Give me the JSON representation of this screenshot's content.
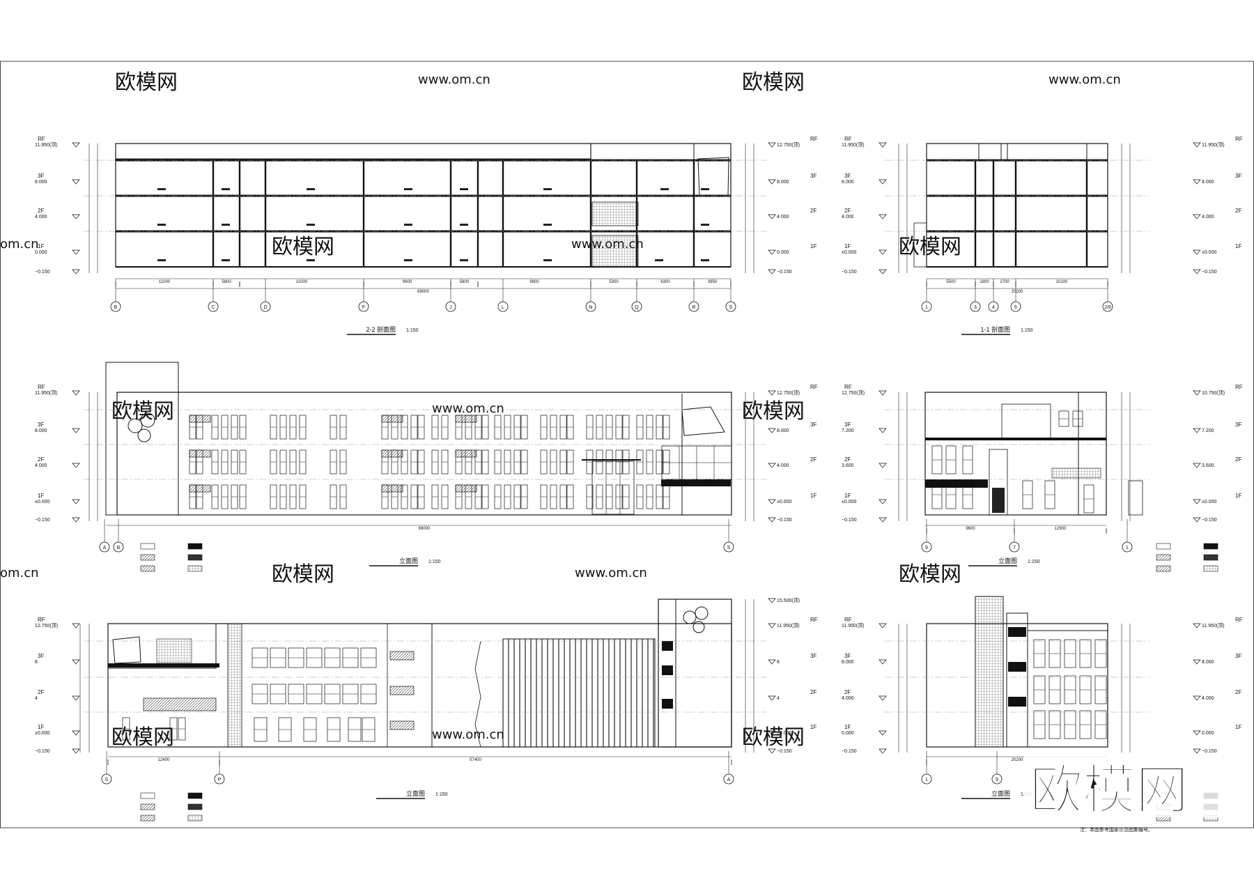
{
  "watermarks": {
    "cn": "欧模网",
    "url": "www.om.cn",
    "frag": "om.cn"
  },
  "brand_logo": "欧模网",
  "drawings": {
    "sec22": {
      "title": "2-2 剖面图",
      "scale": "1:150",
      "axes": [
        "B",
        "C",
        "D",
        "F",
        "J",
        "L",
        "N",
        "Q",
        "R",
        "S"
      ],
      "dims": [
        "11000",
        "5800",
        "11000",
        "9900",
        "5800",
        "9900",
        "5300",
        "6300",
        "3950"
      ],
      "total": "69000",
      "levels_left": [
        {
          "name": "RF",
          "val": "11.950(顶)"
        },
        {
          "name": "3F",
          "val": "8.000"
        },
        {
          "name": "2F",
          "val": "4.000"
        },
        {
          "name": "1F",
          "val": "0.000"
        },
        {
          "name": "",
          "val": "−0.150"
        }
      ],
      "levels_right": [
        {
          "name": "RF",
          "val": "12.750(顶)"
        },
        {
          "name": "3F",
          "val": "8.000"
        },
        {
          "name": "2F",
          "val": "4.000"
        },
        {
          "name": "1F",
          "val": "0.000"
        },
        {
          "name": "",
          "val": "−0.150"
        }
      ]
    },
    "sec11": {
      "title": "1-1 剖面图",
      "scale": "1:150",
      "axes": [
        "1",
        "3",
        "4",
        "6",
        "2/8"
      ],
      "dims": [
        "5500",
        "1800",
        "2700",
        "10100"
      ],
      "total": "20200",
      "levels_left": [
        {
          "name": "RF",
          "val": "11.950(顶)"
        },
        {
          "name": "3F",
          "val": "8.000"
        },
        {
          "name": "2F",
          "val": "4.000"
        },
        {
          "name": "1F",
          "val": "±0.000"
        },
        {
          "name": "",
          "val": "−0.150"
        }
      ],
      "levels_right": [
        {
          "name": "RF",
          "val": "11.950(顶)"
        },
        {
          "name": "3F",
          "val": "8.000"
        },
        {
          "name": "2F",
          "val": "4.000"
        },
        {
          "name": "1F",
          "val": "±0.000"
        },
        {
          "name": "",
          "val": "−0.150"
        }
      ]
    },
    "elevN": {
      "title": "立面图",
      "scale": "1:150",
      "axes": [
        "A",
        "B",
        "S"
      ],
      "total": "69000",
      "levels_left": [
        {
          "name": "RF",
          "val": "11.950(顶)"
        },
        {
          "name": "3F",
          "val": "8.000"
        },
        {
          "name": "2F",
          "val": "4.000"
        },
        {
          "name": "1F",
          "val": "±0.000"
        },
        {
          "name": "",
          "val": "−0.150"
        }
      ],
      "levels_right": [
        {
          "name": "RF",
          "val": "12.750(顶)"
        },
        {
          "name": "3F",
          "val": "8.000"
        },
        {
          "name": "2F",
          "val": "4.000"
        },
        {
          "name": "1F",
          "val": "±0.000"
        },
        {
          "name": "",
          "val": "−0.150"
        }
      ]
    },
    "elevE": {
      "title": "立面图",
      "scale": "1:150",
      "axes": [
        "9",
        "7",
        "1"
      ],
      "dims": [
        "9600",
        "12900"
      ],
      "levels_left": [
        {
          "name": "RF",
          "val": "12.750(顶)"
        },
        {
          "name": "3F",
          "val": "7.200"
        },
        {
          "name": "2F",
          "val": "3.600"
        },
        {
          "name": "1F",
          "val": "±0.000"
        },
        {
          "name": "",
          "val": "−0.150"
        }
      ],
      "levels_right": [
        {
          "name": "RF",
          "val": "10.750(顶)"
        },
        {
          "name": "3F",
          "val": "7.200"
        },
        {
          "name": "2F",
          "val": "3.600"
        },
        {
          "name": "1F",
          "val": "±0.000"
        },
        {
          "name": "",
          "val": "−0.150"
        }
      ]
    },
    "elevS": {
      "title": "立面图",
      "scale": "1:150",
      "axes": [
        "S",
        "P",
        "A"
      ],
      "dims": [
        "12400",
        "57400"
      ],
      "levels_left": [
        {
          "name": "RF",
          "val": "12.750(顶)"
        },
        {
          "name": "3F",
          "val": "8"
        },
        {
          "name": "2F",
          "val": "4"
        },
        {
          "name": "1F",
          "val": "±0.000"
        },
        {
          "name": "",
          "val": "−0.150"
        }
      ],
      "levels_right": [
        {
          "name": "",
          "val": "15.500(顶)"
        },
        {
          "name": "RF",
          "val": "11.950(顶)"
        },
        {
          "name": "3F",
          "val": "8"
        },
        {
          "name": "2F",
          "val": "4"
        },
        {
          "name": "1F",
          "val": "±0.000"
        },
        {
          "name": "",
          "val": "−0.150"
        }
      ]
    },
    "elevW": {
      "title": "立面图",
      "scale": "1:150",
      "axes": [
        "1",
        "9"
      ],
      "dims": [
        "20200"
      ],
      "levels_left": [
        {
          "name": "RF",
          "val": "11.950(顶)"
        },
        {
          "name": "3F",
          "val": "8.000"
        },
        {
          "name": "2F",
          "val": "4.000"
        },
        {
          "name": "1F",
          "val": "0.000"
        },
        {
          "name": "",
          "val": "−0.150"
        }
      ],
      "levels_right": [
        {
          "name": "RF",
          "val": "11.950(顶)"
        },
        {
          "name": "3F",
          "val": "8.000"
        },
        {
          "name": "2F",
          "val": "4.000"
        },
        {
          "name": "1F",
          "val": "0.000"
        },
        {
          "name": "",
          "val": "−0.150"
        }
      ],
      "note": "注：本图参考国家示范图集编号。"
    }
  }
}
